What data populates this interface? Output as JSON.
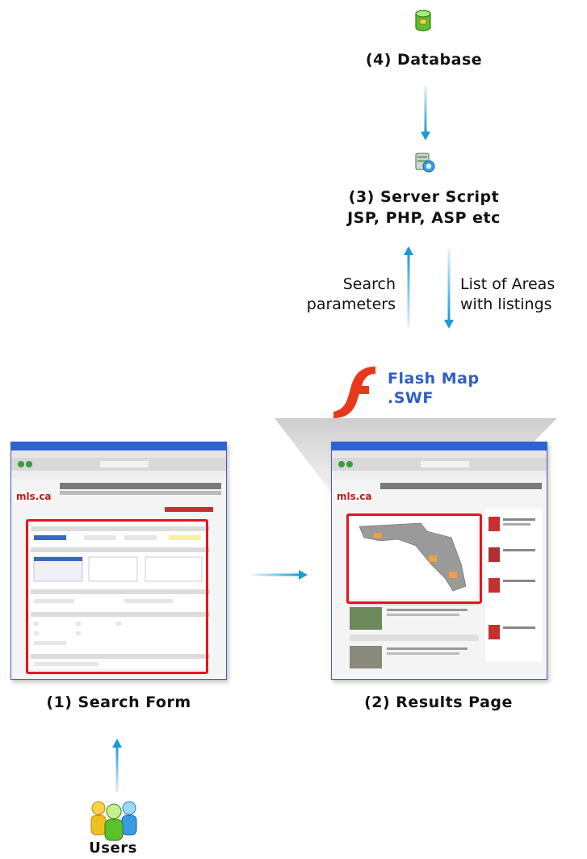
{
  "nodes": {
    "database": {
      "label": "(4) Database",
      "icon": "database-icon"
    },
    "server": {
      "line1": "(3) Server Script",
      "line2": "JSP, PHP, ASP etc",
      "icon": "server-script-icon"
    },
    "flash": {
      "line1": "Flash Map",
      "line2": ".SWF",
      "icon": "flash-logo-icon"
    },
    "search_form": {
      "label": "(1) Search Form"
    },
    "results_page": {
      "label": "(2) Results Page"
    },
    "users": {
      "label": "Users",
      "icon": "users-icon"
    }
  },
  "edges": {
    "search_params": {
      "line1": "Search",
      "line2": "parameters"
    },
    "list_areas": {
      "line1": "List of Areas",
      "line2": "with listings"
    }
  },
  "colors": {
    "arrow": "#1a9ad6",
    "flash_text": "#2f5fc4",
    "highlight_border": "#e8141c",
    "flash_logo": "#e8381c"
  }
}
